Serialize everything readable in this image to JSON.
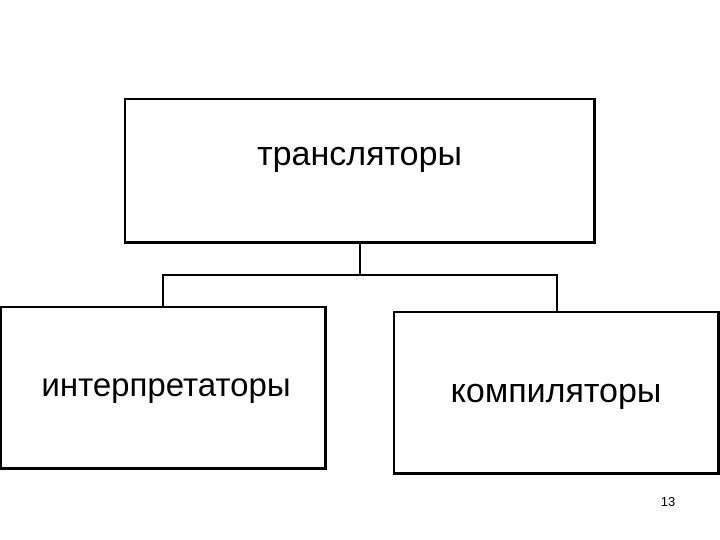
{
  "diagram": {
    "root": {
      "label": "трансляторы"
    },
    "children": [
      {
        "label": "интерпретаторы"
      },
      {
        "label": "компиляторы"
      }
    ],
    "line_color": "#000000",
    "box_fill": "#ffffff"
  },
  "slide": {
    "page_number": "13"
  }
}
